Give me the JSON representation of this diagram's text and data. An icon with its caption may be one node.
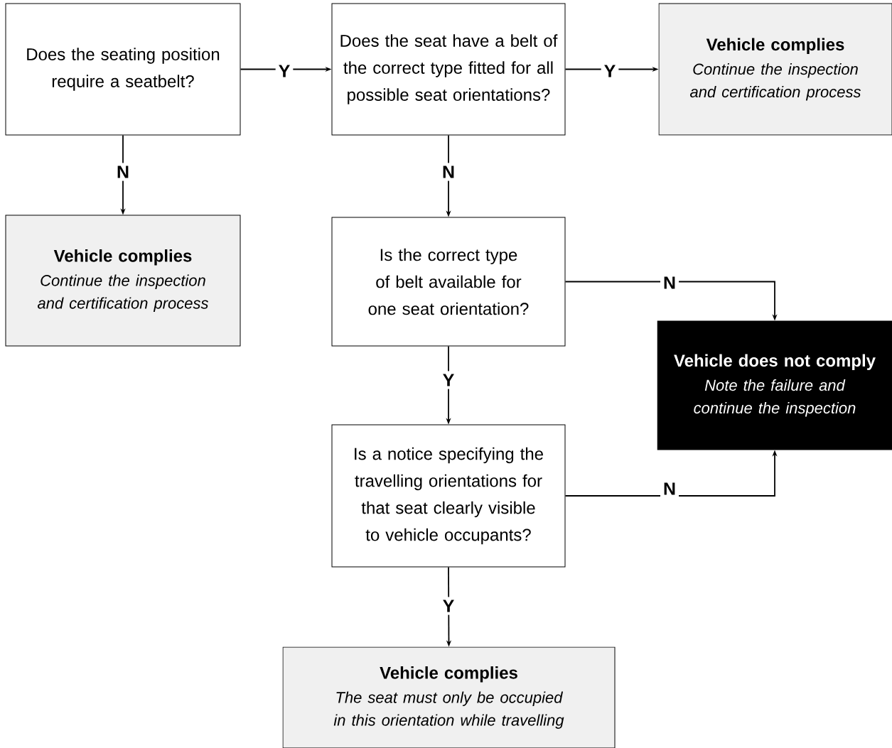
{
  "diagram": {
    "nodes": [
      {
        "text": [
          "Does the seating position require a seatbelt?"
        ]
      },
      {
        "text": [
          "Does the seat have a belt of the correct type fitted for all possible seat orientations?"
        ]
      },
      {
        "text": [
          "Vehicle complies",
          "Continue the inspection and certification process"
        ]
      },
      {
        "text": [
          "Vehicle complies",
          "Continue the inspection and certification process"
        ]
      },
      {
        "text": [
          "Is the correct type of belt available for one seat orientation?"
        ]
      },
      {
        "text": [
          "Vehicle does not comply",
          "Note the failure and continue the inspection"
        ]
      },
      {
        "text": [
          "Is a notice specifying the travelling orientations for that seat clearly visible to vehicle occupants?"
        ]
      },
      {
        "text": [
          "Vehicle complies",
          "The seat must only be occupied in this orientation while travelling"
        ]
      }
    ],
    "edges": [
      {
        "from": 0,
        "to": 1,
        "arrow": "to",
        "label": "Y"
      },
      {
        "from": 1,
        "to": 2,
        "arrow": "to",
        "label": "Y"
      },
      {
        "from": 0,
        "to": 3,
        "arrow": "to",
        "label": "N"
      },
      {
        "from": 1,
        "to": 4,
        "arrow": "to",
        "label": "N"
      },
      {
        "from": 4,
        "to": 5,
        "arrow": "to",
        "label": "N"
      },
      {
        "from": 4,
        "to": 6,
        "arrow": "to",
        "label": "Y"
      },
      {
        "from": 6,
        "to": 5,
        "arrow": "to",
        "label": "N"
      },
      {
        "from": 6,
        "to": 7,
        "arrow": "to",
        "label": "Y"
      }
    ]
  }
}
